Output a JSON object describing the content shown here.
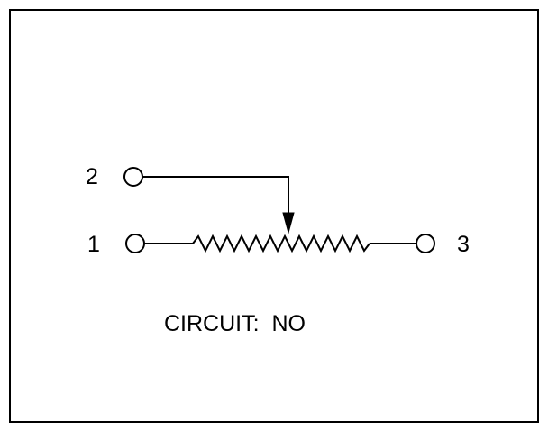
{
  "diagram": {
    "type": "potentiometer-schematic",
    "pins": [
      {
        "id": "pin-1",
        "label": "1"
      },
      {
        "id": "pin-2",
        "label": "2"
      },
      {
        "id": "pin-3",
        "label": "3"
      }
    ],
    "circuit_label": "CIRCUIT:  NO",
    "line_color": "#000000",
    "background_color": "#ffffff"
  }
}
